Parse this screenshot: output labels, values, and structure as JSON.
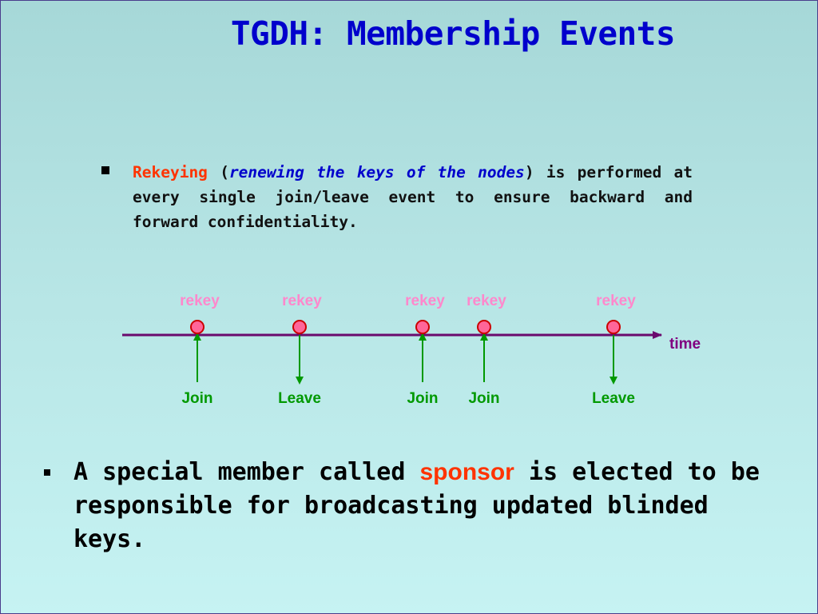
{
  "title": "TGDH: Membership Events",
  "bullet1": {
    "term": "Rekeying",
    "open_paren": " (",
    "definition": "renewing the keys of the nodes",
    "close_paren": ")",
    "rest": " is performed at every single join/leave event to ensure backward and forward confidentiality."
  },
  "timeline": {
    "axis_label": "time",
    "events": [
      {
        "type": "Join",
        "top_label": "rekey"
      },
      {
        "type": "Leave",
        "top_label": "rekey"
      },
      {
        "type": "Join",
        "top_label": "rekey"
      },
      {
        "type": "Join",
        "top_label": "rekey"
      },
      {
        "type": "Leave",
        "top_label": "rekey"
      }
    ],
    "colors": {
      "axis": "#6a0a6e",
      "node_fill": "#ff6699",
      "node_stroke": "#cc0000",
      "rekey_text": "#ff88cc",
      "event_text": "#009900",
      "arrow": "#009900",
      "time_text": "#800080"
    }
  },
  "bullet2": {
    "before": "A special member called ",
    "keyword": "sponsor",
    "after": " is elected to be responsible for broadcasting updated blinded keys."
  }
}
